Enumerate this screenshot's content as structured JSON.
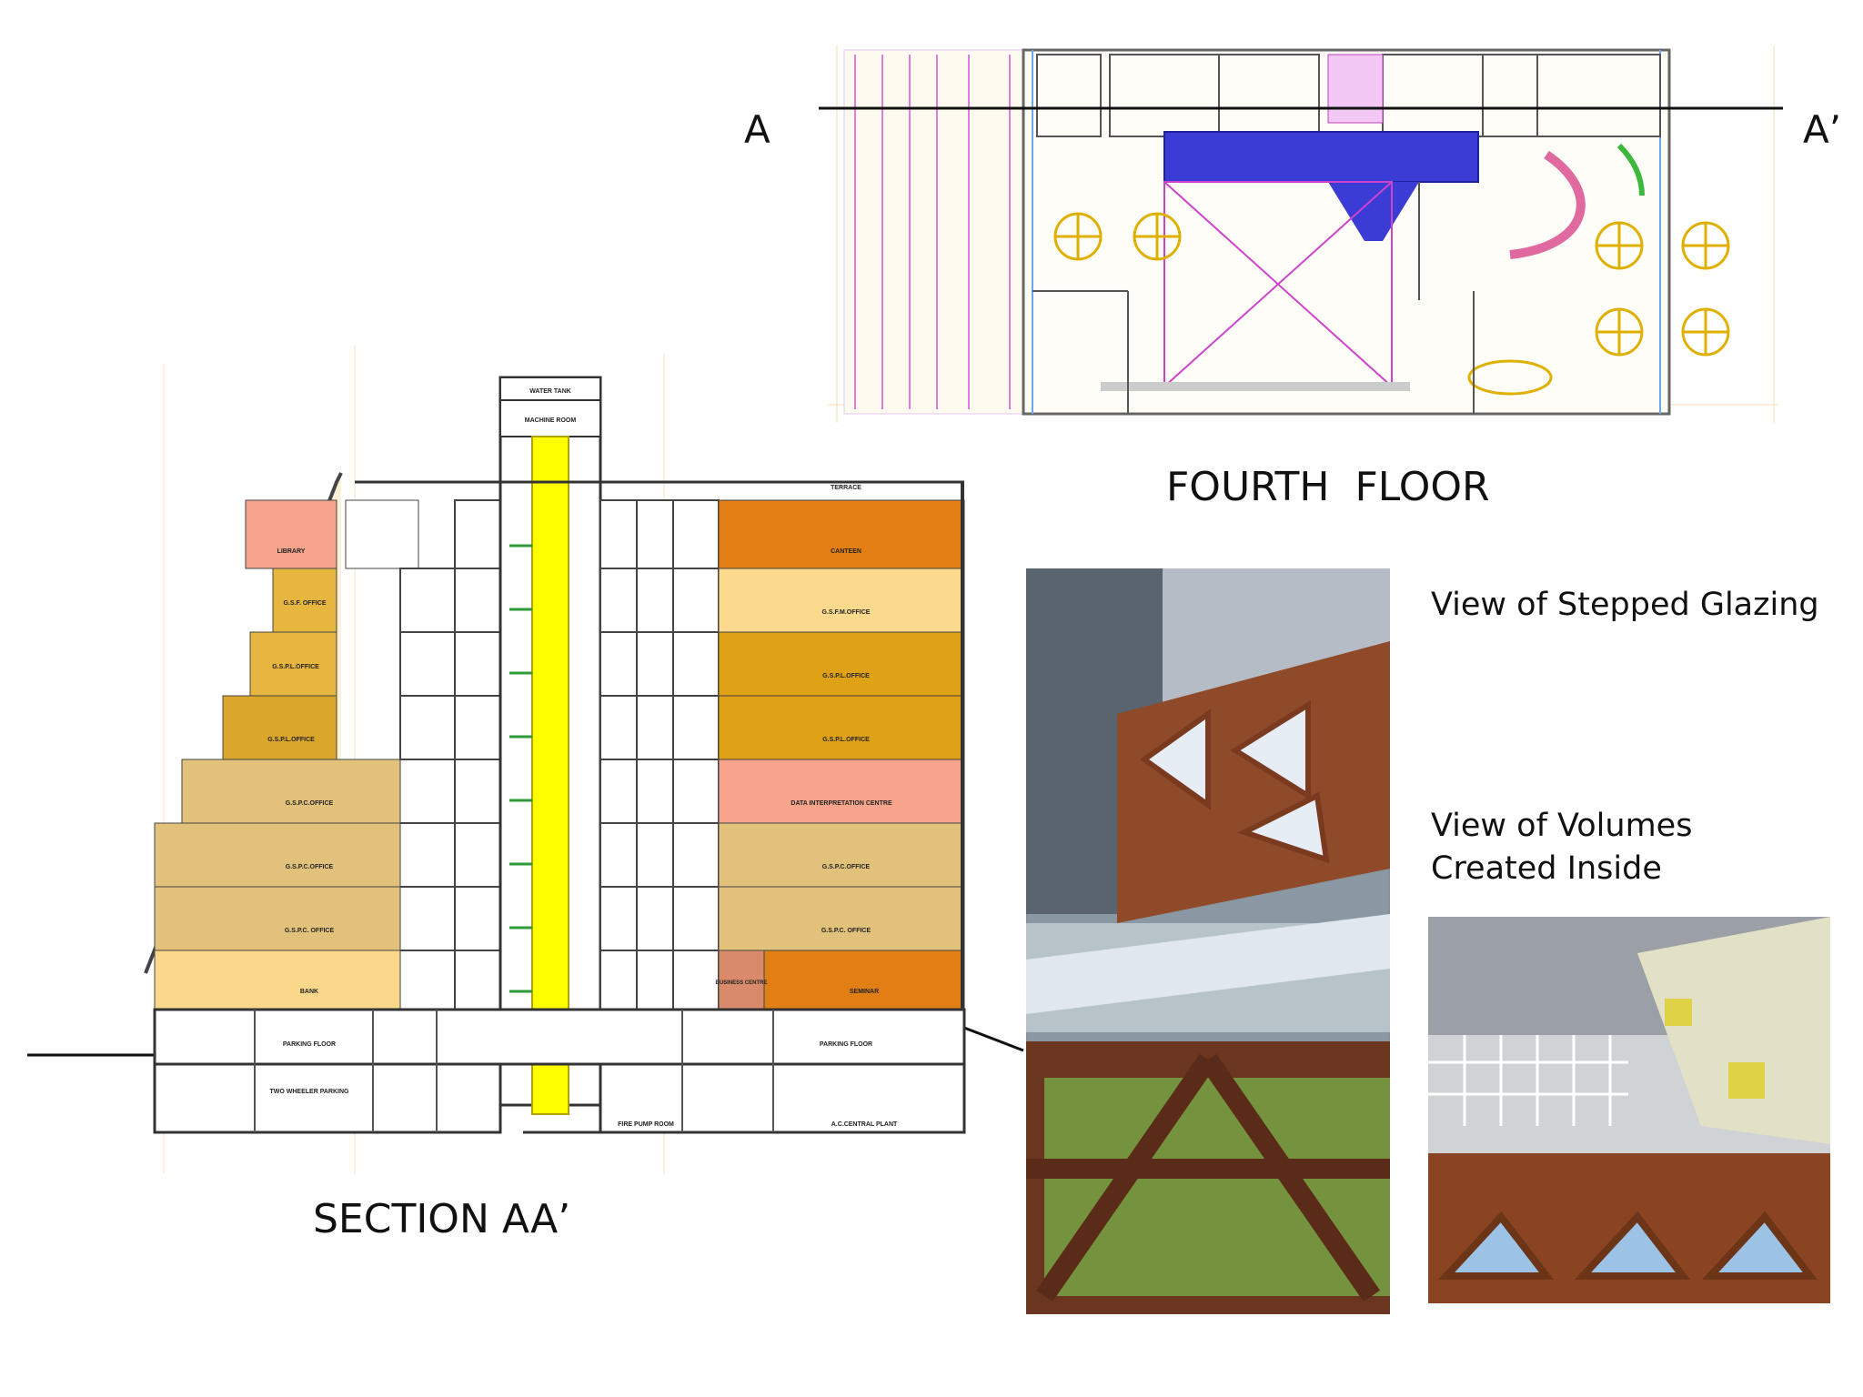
{
  "section_markers": {
    "left": "A",
    "right": "A’"
  },
  "plan": {
    "title": "FOURTH  FLOOR"
  },
  "section": {
    "title": "SECTION AA’",
    "labels": {
      "water_tank": "WATER TANK",
      "machine_room": "MACHINE ROOM",
      "terrace": "TERRACE",
      "library": "LIBRARY",
      "canteen": "CANTEEN",
      "left_office_1": "G.S.F. OFFICE",
      "left_office_2": "G.S.P.L.OFFICE",
      "left_office_3": "G.S.P.L.OFFICE",
      "left_office_4": "G.S.P.C.OFFICE",
      "left_office_5": "G.S.P.C.OFFICE",
      "left_office_6": "G.S.P.C. OFFICE",
      "bank": "BANK",
      "right_office_1": "G.S.F.M.OFFICE",
      "right_office_2": "G.S.P.L.OFFICE",
      "right_office_3": "G.S.P.L.OFFICE",
      "data_centre": "DATA INTERPRETATION CENTRE",
      "right_office_5": "G.S.P.C.OFFICE",
      "right_office_6": "G.S.P.C. OFFICE",
      "business_centre": "BUSINESS CENTRE",
      "seminar": "SEMINAR",
      "parking_left": "PARKING FLOOR",
      "parking_right": "PARKING FLOOR",
      "two_wheeler": "TWO WHEELER PARKING",
      "fire_pump": "FIRE PUMP ROOM",
      "ac_plant": "A.C.CENTRAL PLANT"
    }
  },
  "photos": {
    "stepped_glazing_caption": "View of Stepped Glazing",
    "volumes_caption_line1": "View of Volumes",
    "volumes_caption_line2": "Created Inside"
  }
}
